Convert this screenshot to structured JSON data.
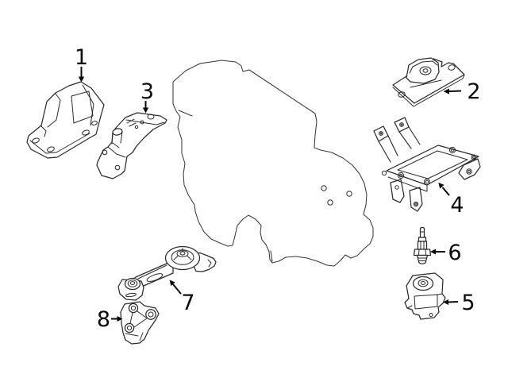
{
  "canvas": {
    "background": "#ffffff",
    "line_color": "#2b2b2b",
    "callout_color": "#0a0a0a"
  },
  "diagram": {
    "kind": "exploded-parts-callout-diagram",
    "callouts": [
      {
        "label": "1",
        "name": "engine-mount-bracket"
      },
      {
        "label": "2",
        "name": "transmission-mount"
      },
      {
        "label": "3",
        "name": "engine-mount-support-bracket"
      },
      {
        "label": "4",
        "name": "transmission-mount-bracket"
      },
      {
        "label": "5",
        "name": "roll-rod-mount"
      },
      {
        "label": "6",
        "name": "mount-stud-bolt"
      },
      {
        "label": "7",
        "name": "torque-rod"
      },
      {
        "label": "8",
        "name": "torque-rod-bracket"
      }
    ]
  }
}
